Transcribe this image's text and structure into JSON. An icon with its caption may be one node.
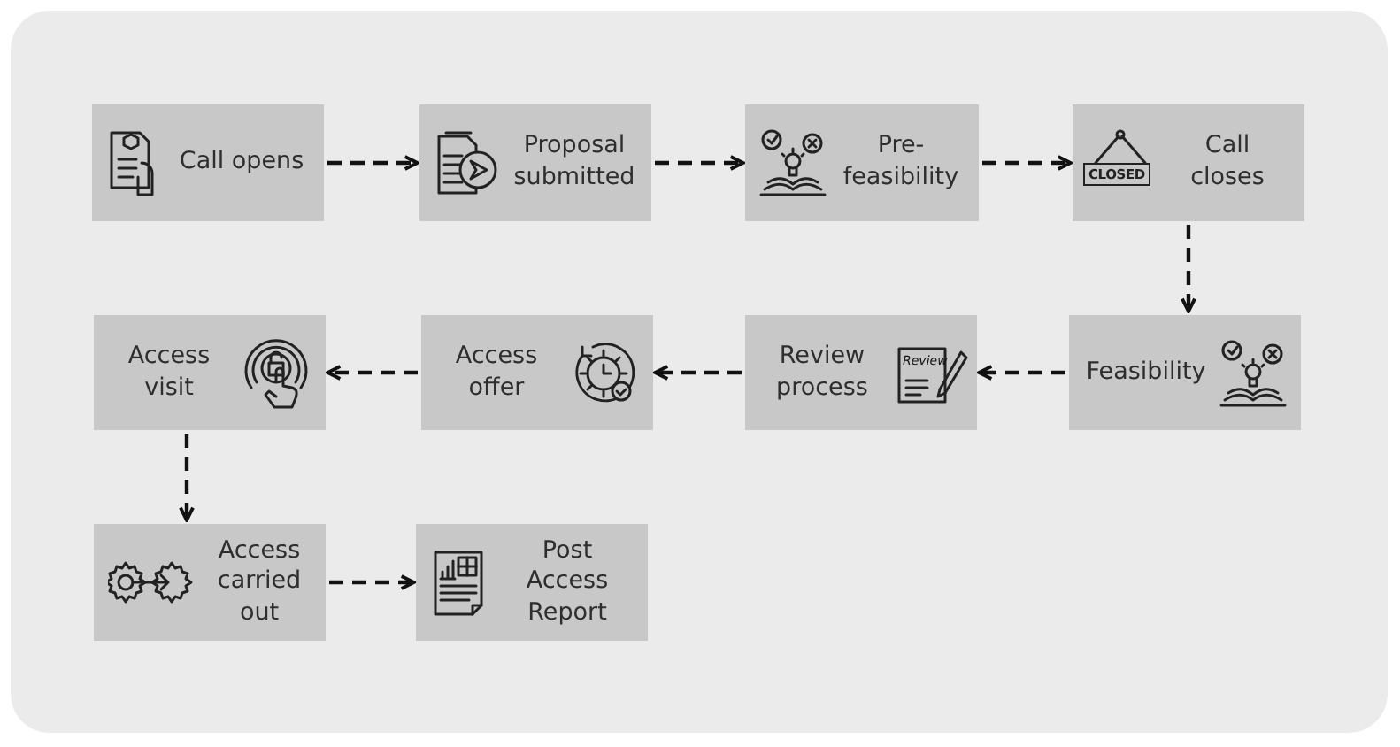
{
  "diagram": {
    "nodes": [
      {
        "text": [
          "Call opens"
        ]
      },
      {
        "text": [
          "Proposal submitted"
        ]
      },
      {
        "text": [
          "Pre-feasibility"
        ]
      },
      {
        "text": [
          "Call closes"
        ]
      },
      {
        "text": [
          "Feasibility"
        ]
      },
      {
        "text": [
          "Review process"
        ]
      },
      {
        "text": [
          "Access offer"
        ]
      },
      {
        "text": [
          "Access visit"
        ]
      },
      {
        "text": [
          "Access carried out"
        ]
      },
      {
        "text": [
          "Post Access Report"
        ]
      }
    ],
    "edges": [
      {
        "from": 0,
        "to": 1,
        "arrow": "to",
        "style": "dashed"
      },
      {
        "from": 1,
        "to": 2,
        "arrow": "to",
        "style": "dashed"
      },
      {
        "from": 2,
        "to": 3,
        "arrow": "to",
        "style": "dashed"
      },
      {
        "from": 3,
        "to": 4,
        "arrow": "to",
        "style": "dashed"
      },
      {
        "from": 4,
        "to": 5,
        "arrow": "to",
        "style": "dashed"
      },
      {
        "from": 5,
        "to": 6,
        "arrow": "to",
        "style": "dashed"
      },
      {
        "from": 6,
        "to": 7,
        "arrow": "to",
        "style": "dashed"
      },
      {
        "from": 7,
        "to": 8,
        "arrow": "to",
        "style": "dashed"
      },
      {
        "from": 8,
        "to": 9,
        "arrow": "to",
        "style": "dashed"
      }
    ],
    "labels": [
      "CLOSED",
      "Review"
    ]
  }
}
